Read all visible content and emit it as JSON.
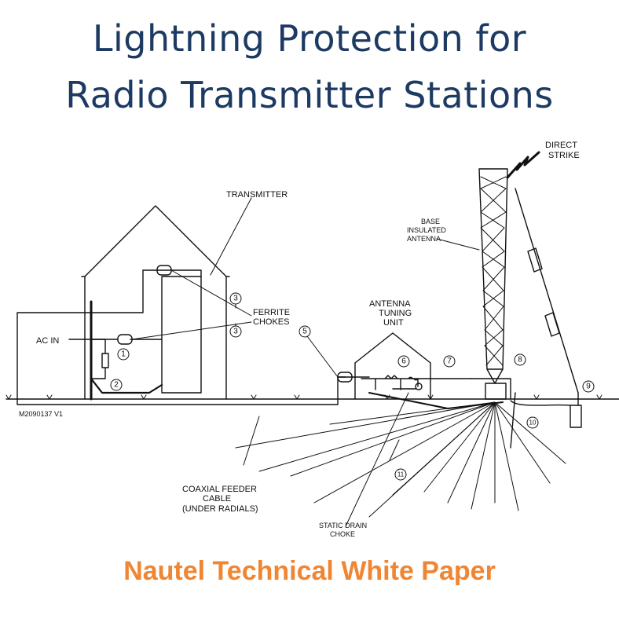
{
  "title": {
    "line1": "Lightning Protection for",
    "line2": "Radio Transmitter Stations"
  },
  "footer": "Nautel Technical White Paper",
  "colors": {
    "title": "#1c3a62",
    "footer": "#f08532",
    "line": "#111111"
  },
  "diagram": {
    "labels": {
      "direct_strike_1": "DIRECT",
      "direct_strike_2": "STRIKE",
      "transmitter": "TRANSMITTER",
      "base_1": "BASE",
      "base_2": "INSULATED",
      "base_3": "ANTENNA",
      "atu_1": "ANTENNA",
      "atu_2": "TUNING",
      "atu_3": "UNIT",
      "ferrite_1": "FERRITE",
      "ferrite_2": "CHOKES",
      "ac_in": "AC  IN",
      "drawing_id": "M2090137 V1",
      "coax_1": "COAXIAL FEEDER",
      "coax_2": "CABLE",
      "coax_3": "(UNDER RADIALS)",
      "drain_1": "STATIC DRAIN",
      "drain_2": "CHOKE"
    },
    "callouts": [
      "1",
      "2",
      "3",
      "3",
      "5",
      "6",
      "7",
      "8",
      "9",
      "10",
      "11"
    ]
  }
}
